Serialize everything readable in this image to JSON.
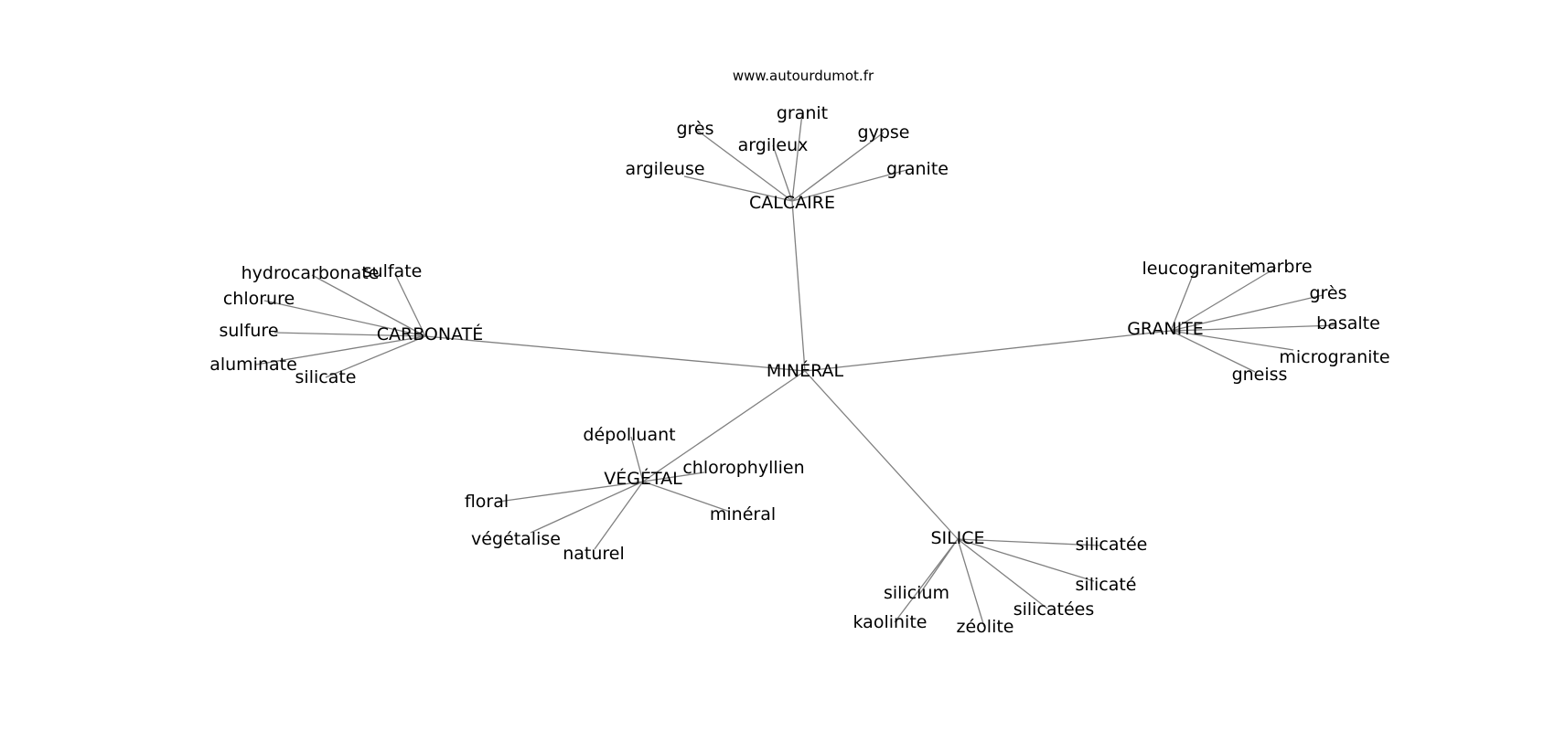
{
  "credit": "www.autourdumot.fr",
  "center": "MINÉRAL",
  "branches": [
    {
      "label": "CALCAIRE",
      "leaves": [
        "granit",
        "grès",
        "argileux",
        "gypse",
        "argileuse",
        "granite"
      ]
    },
    {
      "label": "CARBONATÉ",
      "leaves": [
        "hydrocarbonate",
        "sulfate",
        "chlorure",
        "sulfure",
        "aluminate",
        "silicate"
      ]
    },
    {
      "label": "GRANITE",
      "leaves": [
        "leucogranite",
        "marbre",
        "grès",
        "basalte",
        "microgranite",
        "gneiss"
      ]
    },
    {
      "label": "VÉGÉTAL",
      "leaves": [
        "dépolluant",
        "chlorophyllien",
        "floral",
        "minéral",
        "végétalise",
        "naturel"
      ]
    },
    {
      "label": "SILICE",
      "leaves": [
        "silicatée",
        "silicaté",
        "silicium",
        "silicatées",
        "kaolinite",
        "zéolite"
      ]
    }
  ]
}
